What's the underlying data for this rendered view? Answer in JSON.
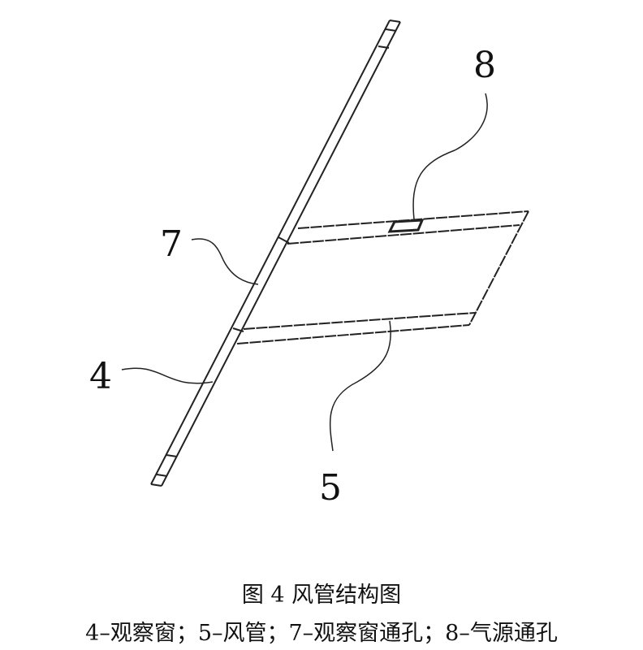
{
  "labels": {
    "window": "4",
    "duct": "5",
    "window_hole": "7",
    "air_hole": "8"
  },
  "caption": {
    "title": "图 4 风管结构图",
    "legend": "4–观察窗；5–风管；7–观察窗通孔；8–气源通孔"
  }
}
